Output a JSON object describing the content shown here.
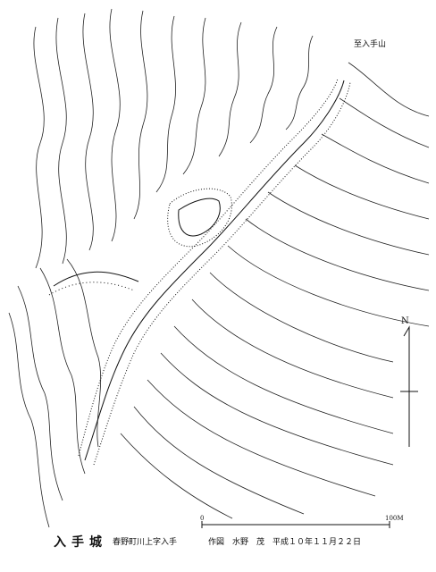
{
  "map": {
    "destination_label": "至入手山",
    "castle_name": "入手城",
    "location": "春野町川上字入手",
    "author_line": "作図　水野　茂　平成１０年１１月２２日",
    "scale_bar": {
      "zero_label": "0",
      "end_label": "100M"
    },
    "north_label": "N"
  },
  "colors": {
    "ink": "#111111",
    "paper": "#ffffff"
  }
}
